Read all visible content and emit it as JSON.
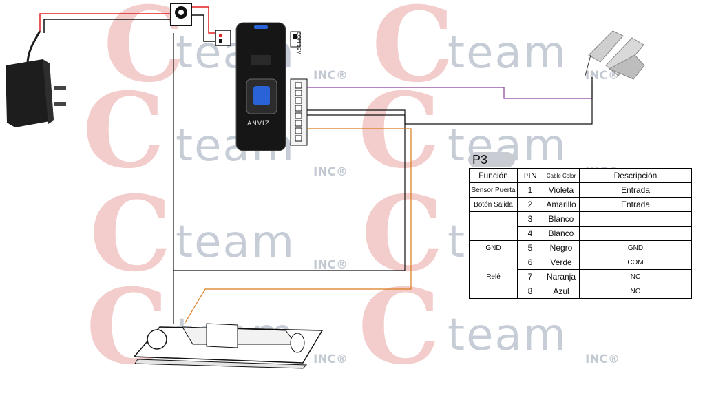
{
  "watermark": {
    "brand_word": "team",
    "brand_sub": "INC®",
    "brand_letter": "C"
  },
  "device": {
    "logo_text": "ANVIZ",
    "power_label": "COM  12V"
  },
  "table": {
    "badge": "P3",
    "headers": {
      "function": "Función",
      "pin": "PIN",
      "cable_color": "Cable Color",
      "description": "Descripción"
    },
    "rows": [
      {
        "function": "Sensor Puerta",
        "pin": "1",
        "color": "Violeta",
        "description": "Entrada"
      },
      {
        "function": "Botón Salida",
        "pin": "2",
        "color": "Amarillo",
        "description": "Entrada"
      },
      {
        "function": "",
        "pin": "3",
        "color": "Blanco",
        "description": ""
      },
      {
        "function": "",
        "pin": "4",
        "color": "Blanco",
        "description": ""
      },
      {
        "function": "GND",
        "pin": "5",
        "color": "Negro",
        "description": "GND"
      },
      {
        "function": "Relé",
        "pin": "6",
        "color": "Verde",
        "description": "COM"
      },
      {
        "function": "",
        "pin": "7",
        "color": "Naranja",
        "description": "NC"
      },
      {
        "function": "",
        "pin": "8",
        "color": "Azul",
        "description": "NO"
      }
    ]
  },
  "colors": {
    "wire_red": "#e02020",
    "wire_black": "#111111",
    "wire_purple": "#8a3fa0",
    "wire_orange": "#d97a1a",
    "watermark_red": "#d95a5a",
    "watermark_gray": "#9aa6b5"
  }
}
